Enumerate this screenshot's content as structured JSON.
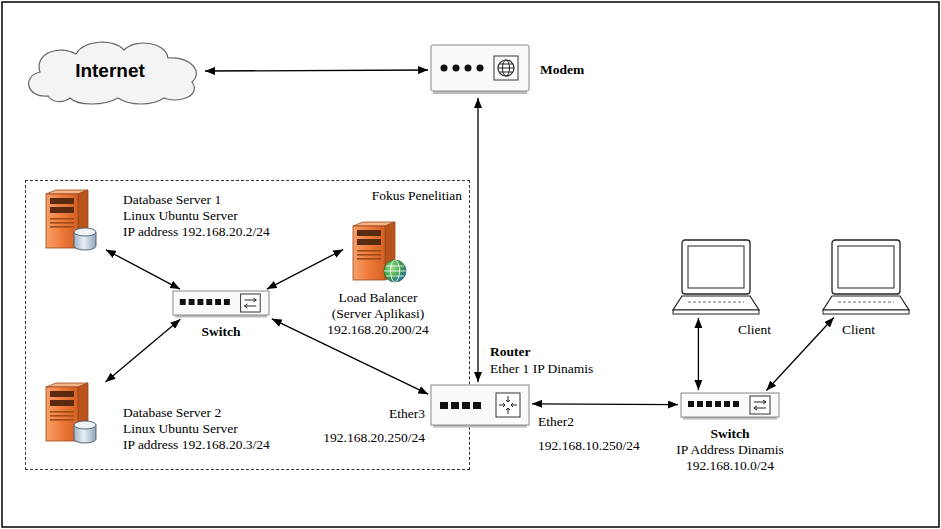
{
  "diagram": {
    "nodes": [
      {
        "text": [
          "Internet"
        ]
      },
      {
        "text": [
          "Modem"
        ]
      },
      {
        "text": [
          "Fokus Penelitian"
        ]
      },
      {
        "text": [
          "Database Server 1 Linux Ubuntu Server IP address 192.168.20.2/24"
        ],
        "in": 2
      },
      {
        "text": [
          "Switch"
        ],
        "in": 2
      },
      {
        "text": [
          "Load Balancer (Server Aplikasi) 192.168.20.200/24"
        ],
        "in": 2
      },
      {
        "text": [
          "Database Server 2 Linux Ubuntu Server IP address 192.168.20.3/24"
        ],
        "in": 2
      },
      {
        "text": [
          "Router",
          "Ether 1 IP Dinamis"
        ]
      },
      {
        "text": [
          "Client"
        ]
      },
      {
        "text": [
          "Client"
        ]
      },
      {
        "text": [
          "Switch",
          "IP Address Dinamis 192.168.10.0/24"
        ]
      }
    ],
    "edges": [
      {
        "from": 0,
        "to": 1,
        "arrow": "both"
      },
      {
        "from": 1,
        "to": 7,
        "arrow": "both"
      },
      {
        "from": 3,
        "to": 4,
        "arrow": "both"
      },
      {
        "from": 5,
        "to": 4,
        "arrow": "both"
      },
      {
        "from": 6,
        "to": 4,
        "arrow": "both"
      },
      {
        "from": 4,
        "to": 7,
        "arrow": "both"
      },
      {
        "from": 7,
        "to": 10,
        "arrow": "both"
      },
      {
        "from": 8,
        "to": 10,
        "arrow": "both"
      },
      {
        "from": 9,
        "to": 10,
        "arrow": "both"
      }
    ],
    "labels": [
      "Ether3",
      "192.168.20.250/24",
      "Ether2",
      "192.168.10.250/24"
    ]
  }
}
